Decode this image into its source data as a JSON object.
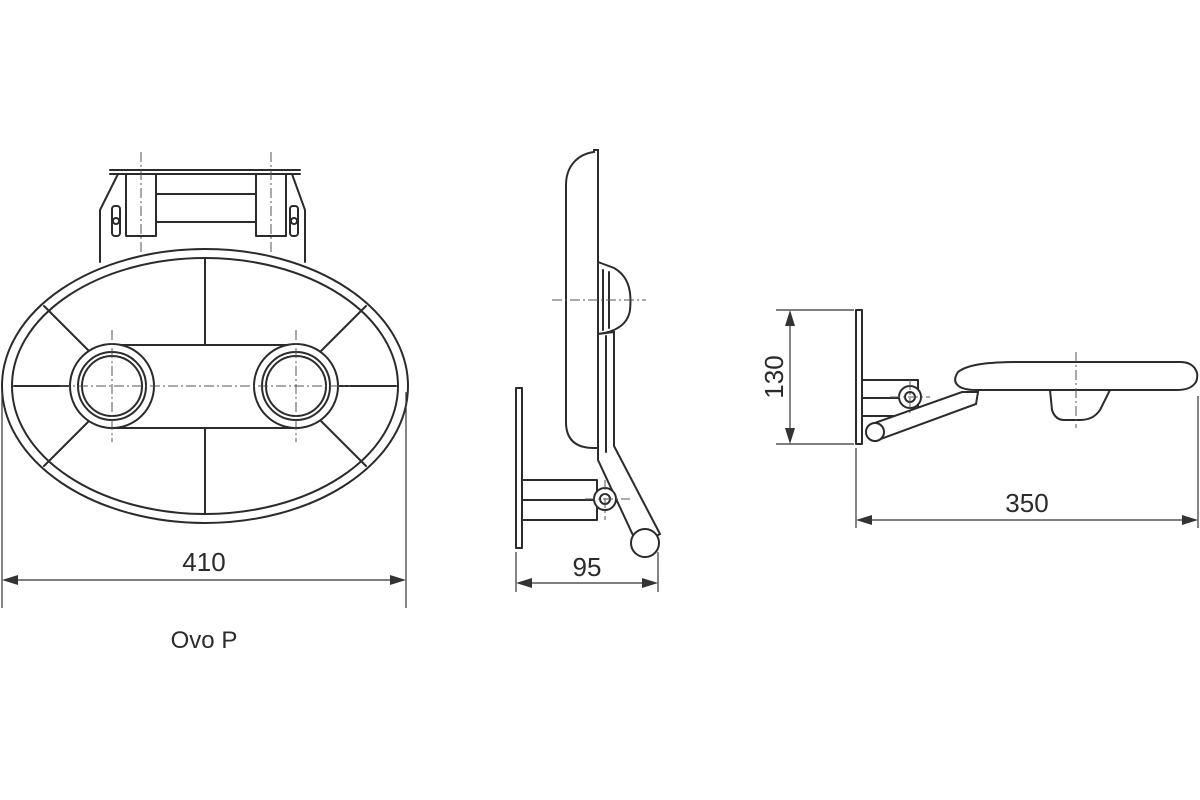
{
  "dimensions": {
    "front_width": "410",
    "side_depth": "95",
    "open_height": "130",
    "open_depth": "350"
  },
  "caption": "Ovo P",
  "colors": {
    "line": "#2b2b2b",
    "background": "#ffffff"
  }
}
